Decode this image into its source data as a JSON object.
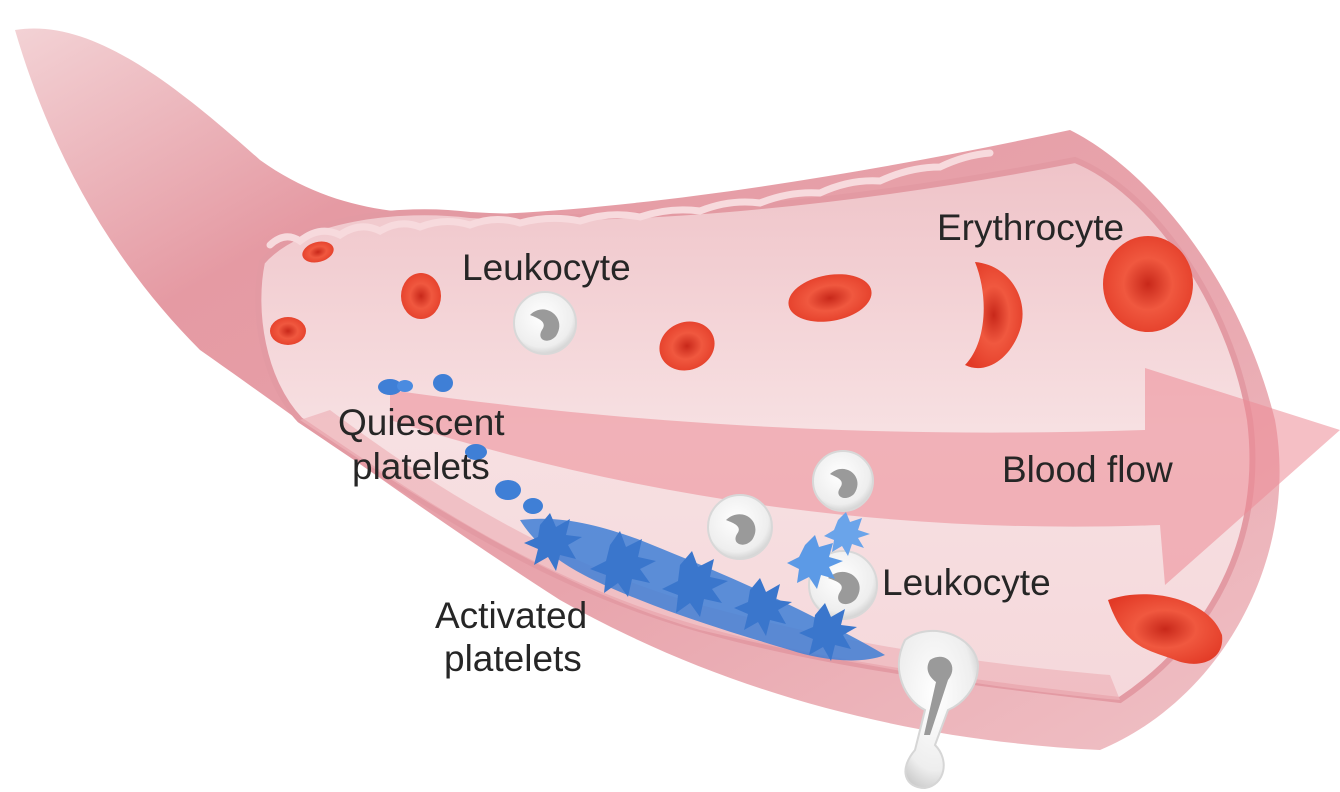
{
  "labels": {
    "erythrocyte": "Erythrocyte",
    "leukocyte_top": "Leukocyte",
    "quiescent_line1": "Quiescent",
    "quiescent_line2": "platelets",
    "blood_flow": "Blood flow",
    "leukocyte_bottom": "Leukocyte",
    "activated_line1": "Activated",
    "activated_line2": "platelets"
  },
  "colors": {
    "vessel_wall": "#e9a3ab",
    "lumen": "#f4d7da",
    "erythrocyte": "#e8412e",
    "leukocyte": "#f2f2f2",
    "leukocyte_nucleus": "#9a9a9a",
    "platelet": "#3f7fd6",
    "flow_arrow": "#ec8b96"
  }
}
